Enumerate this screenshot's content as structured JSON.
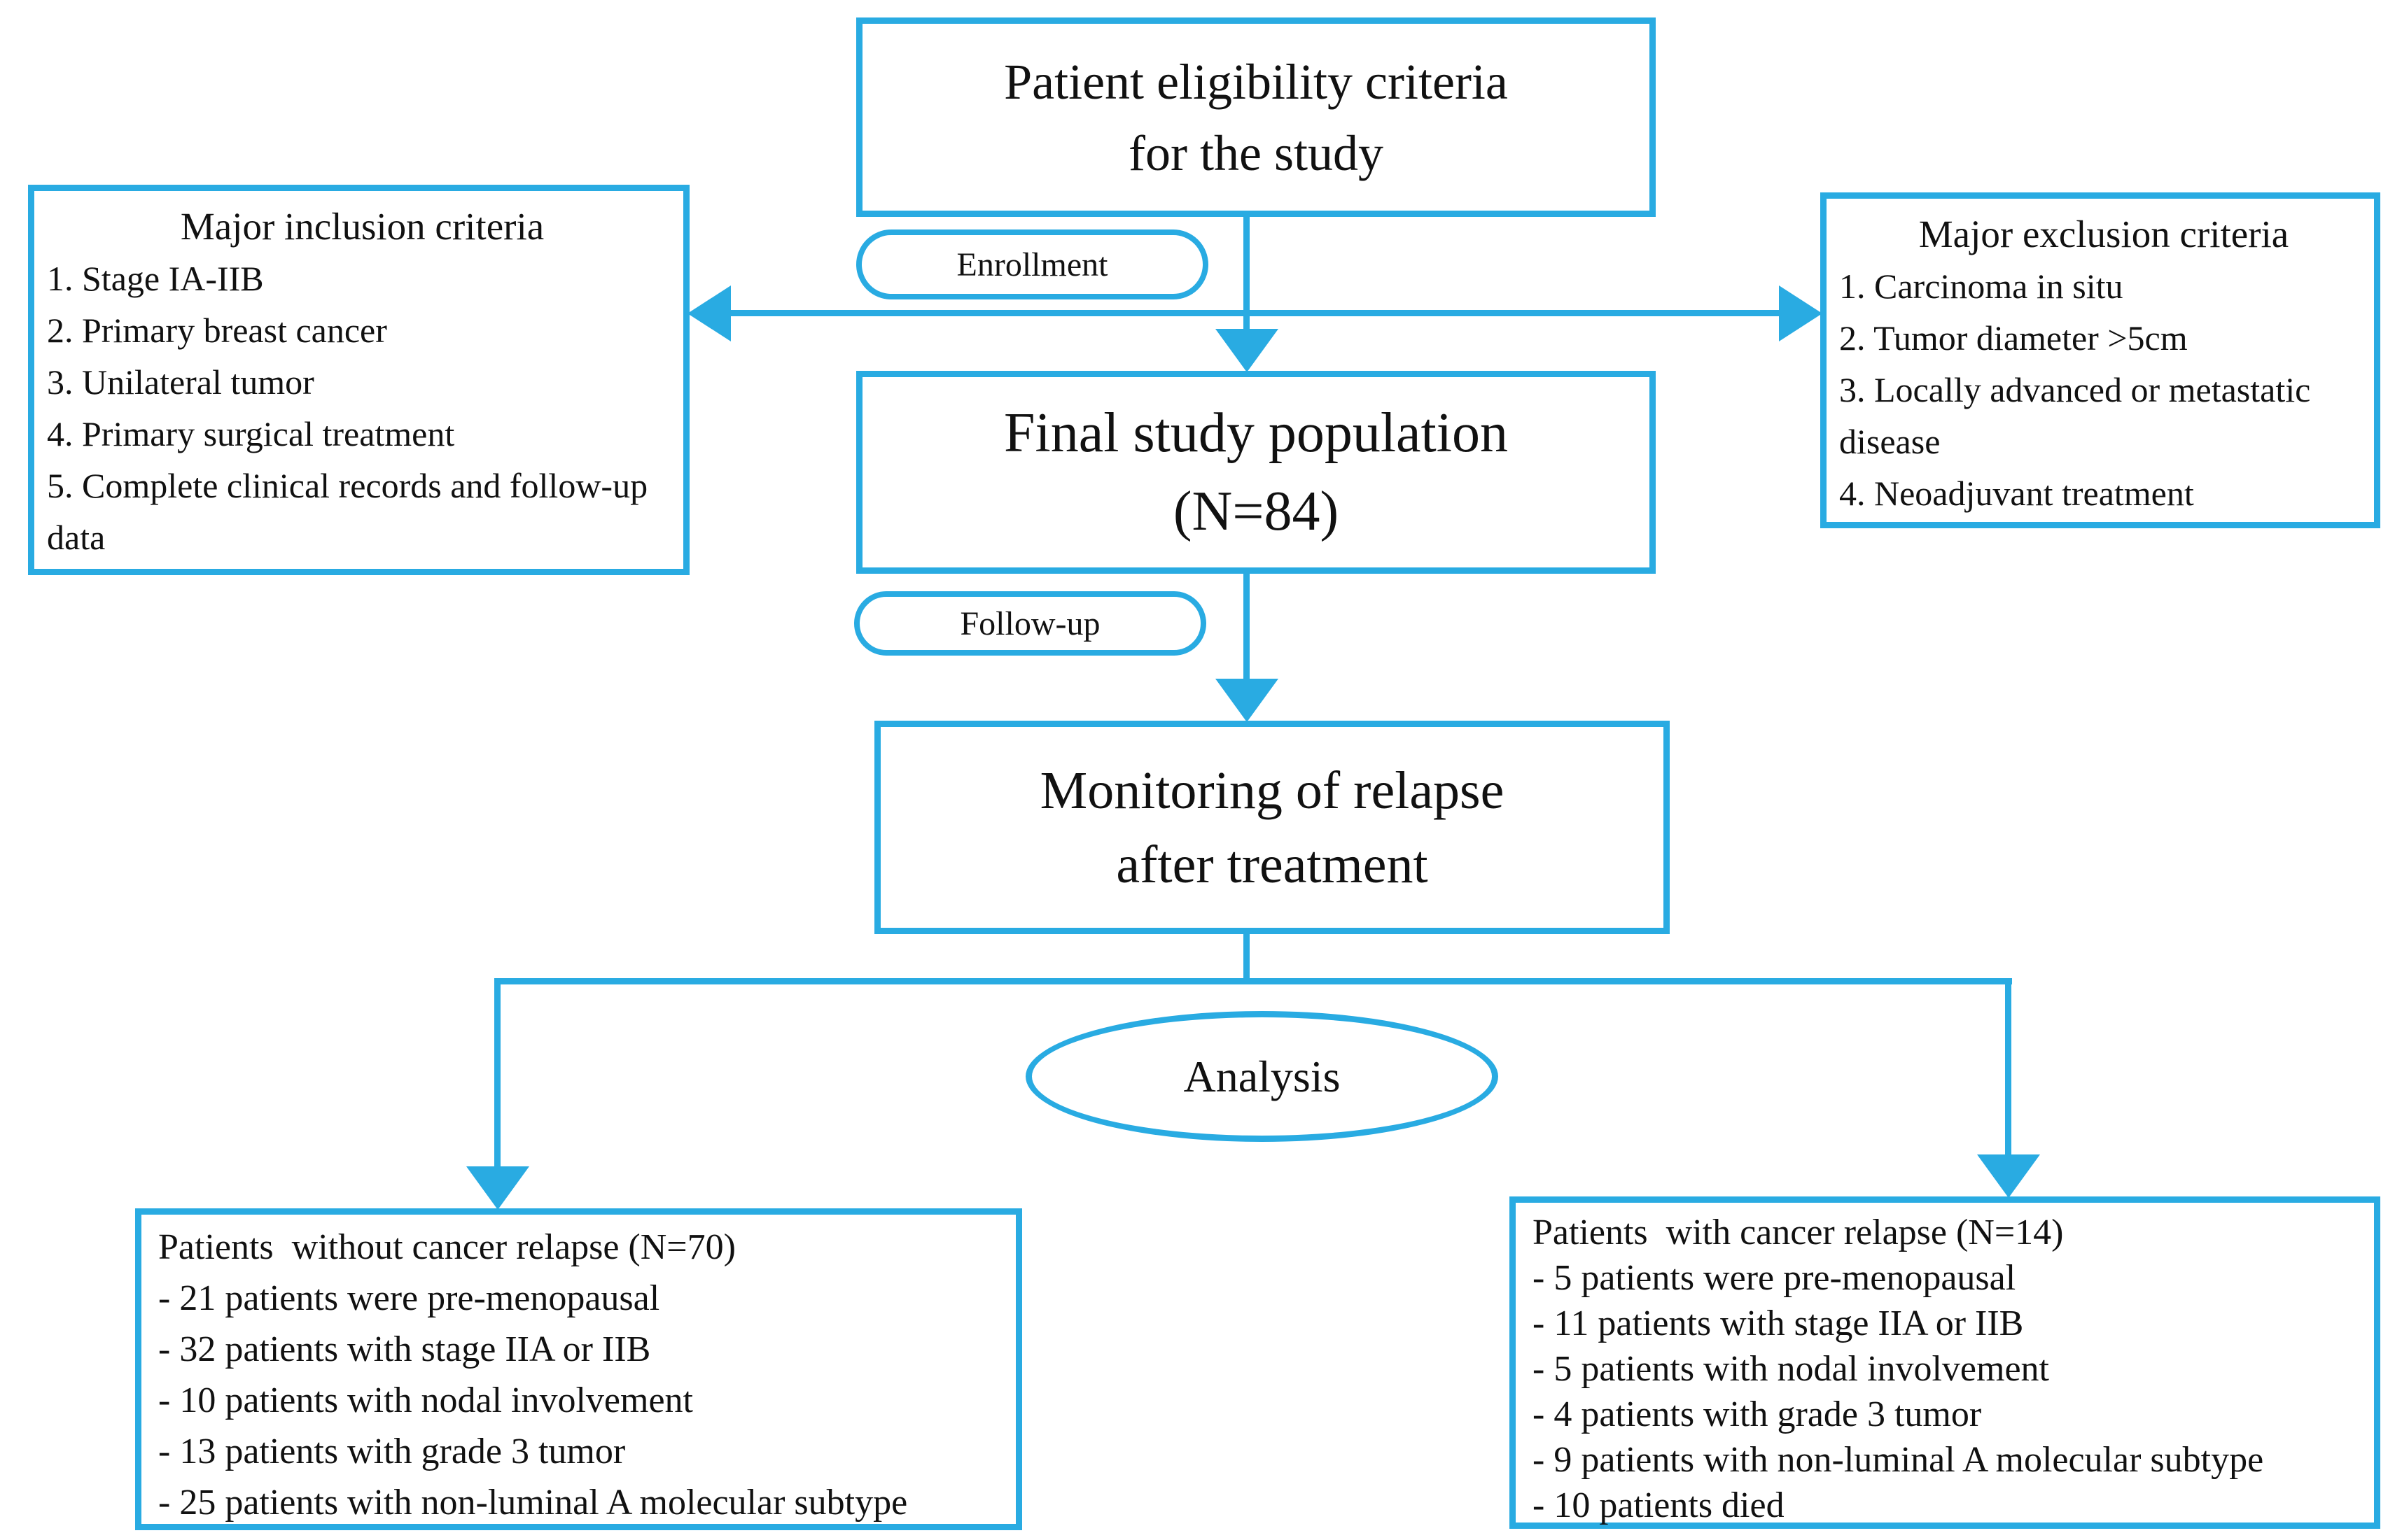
{
  "colors": {
    "accent": "#29ABE2",
    "text": "#111111",
    "background": "#FFFFFF"
  },
  "flowchart": {
    "top_box": {
      "line1": "Patient eligibility criteria",
      "line2": "for the study"
    },
    "inclusion_box": {
      "title": "Major inclusion criteria",
      "items": [
        "1. Stage IA-IIB",
        "2. Primary breast cancer",
        "3. Unilateral tumor",
        "4. Primary surgical treatment",
        "5. Complete clinical records and follow-up data"
      ]
    },
    "exclusion_box": {
      "title": "Major exclusion criteria",
      "items": [
        "1. Carcinoma in situ",
        "2. Tumor diameter >5cm",
        "3. Locally advanced or metastatic disease",
        "4. Neoadjuvant treatment"
      ]
    },
    "enrollment_label": "Enrollment",
    "final_box": {
      "line1": "Final study population",
      "line2": "(N=84)"
    },
    "followup_label": "Follow-up",
    "monitoring_box": {
      "line1": "Monitoring of relapse",
      "line2": "after treatment"
    },
    "analysis_label": "Analysis",
    "no_relapse_box": {
      "title": "Patients  without cancer relapse (N=70)",
      "items": [
        "- 21 patients were pre-menopausal",
        "- 32 patients with stage IIA or IIB",
        "- 10 patients with nodal involvement",
        "- 13 patients with grade 3 tumor",
        "- 25 patients with non-luminal A molecular subtype"
      ]
    },
    "relapse_box": {
      "title": "Patients  with cancer relapse (N=14)",
      "items": [
        "- 5 patients were pre-menopausal",
        "- 11 patients with stage IIA or IIB",
        "- 5 patients with nodal involvement",
        "- 4 patients with grade 3 tumor",
        "- 9 patients with non-luminal A molecular subtype",
        "- 10 patients died"
      ]
    }
  }
}
